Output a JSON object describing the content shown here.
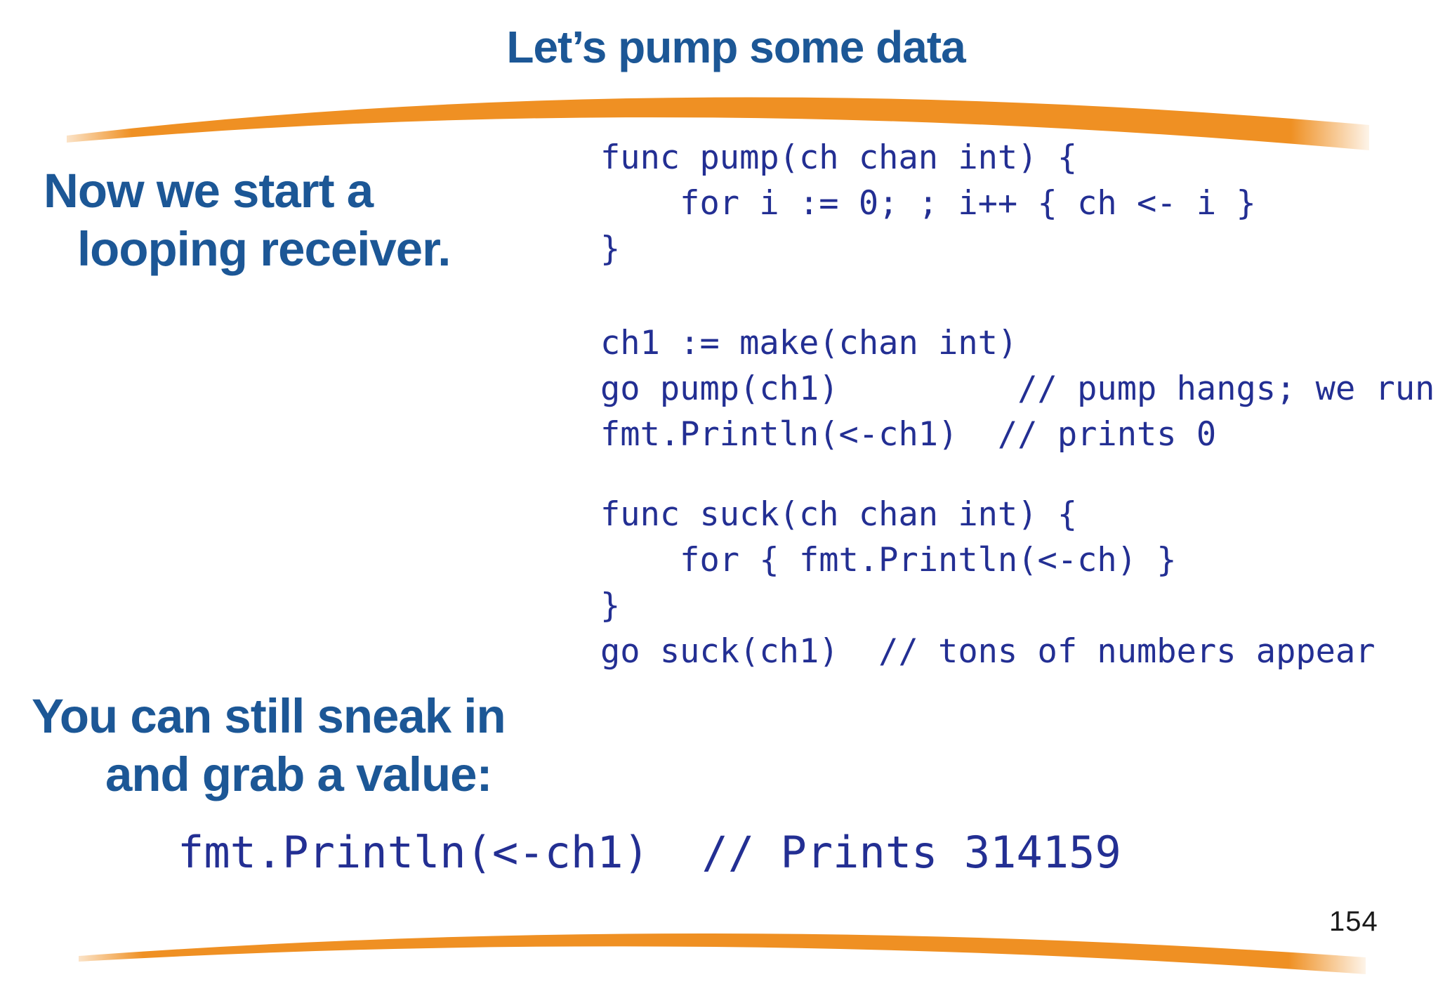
{
  "colors": {
    "heading_blue": "#1c5796",
    "code_navy": "#232f93",
    "swoosh_orange": "#ef9023",
    "page_number": "#1a1a1a"
  },
  "slide": {
    "title": "Let’s pump some data",
    "page_number": "154"
  },
  "headings": {
    "receiver_line1": "Now we start a",
    "receiver_line2": "looping receiver.",
    "sneak_line1": "You can still sneak in",
    "sneak_line2": "and grab a value:"
  },
  "code": {
    "pump_func": [
      "func pump(ch chan int) {",
      "    for i := 0; ; i++ { ch <- i }",
      "}"
    ],
    "start_pump": [
      "ch1 := make(chan int)",
      "go pump(ch1)         // pump hangs; we run",
      "fmt.Println(<-ch1)  // prints 0"
    ],
    "suck_func": [
      "func suck(ch chan int) {",
      "    for { fmt.Println(<-ch) }",
      "}",
      "go suck(ch1)  // tons of numbers appear"
    ],
    "sneak_line": "fmt.Println(<-ch1)  // Prints 314159"
  }
}
